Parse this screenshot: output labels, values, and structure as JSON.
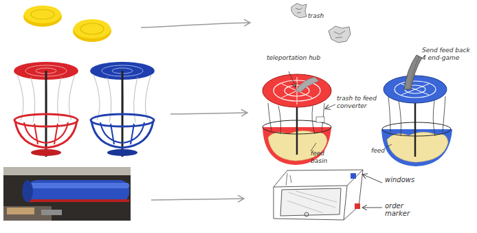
{
  "diagram": {
    "labels": [
      "trash",
      "teleportation hub",
      "trash to feed converter",
      "feed basin",
      "Send feed back 4 end-game",
      "feed",
      "windows",
      "order marker"
    ]
  }
}
